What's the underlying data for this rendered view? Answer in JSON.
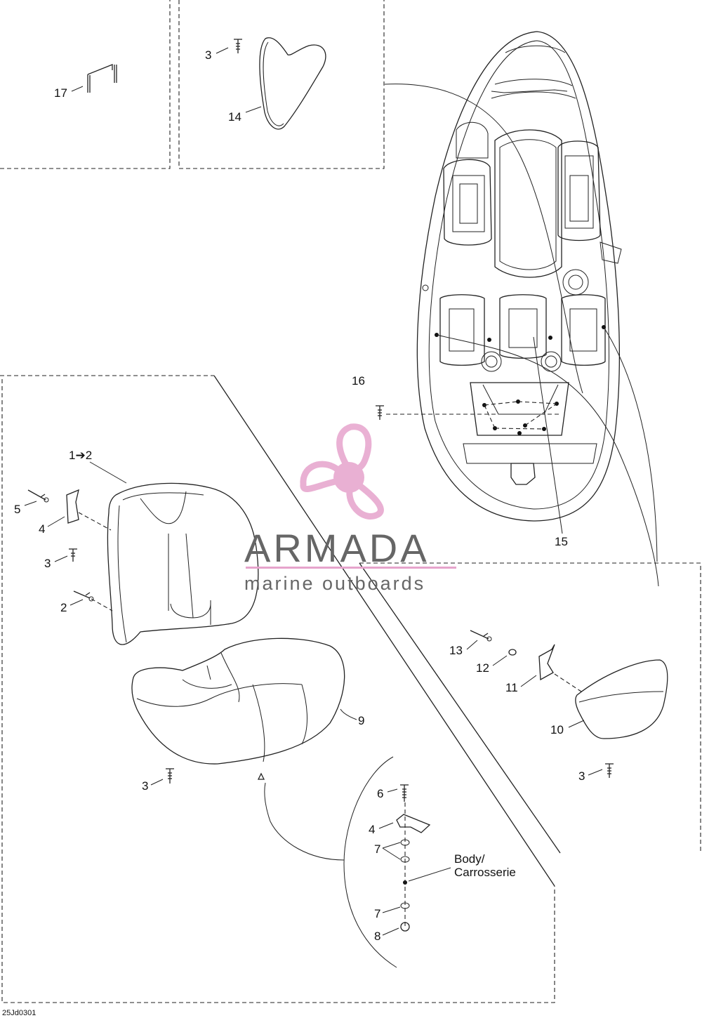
{
  "diagram": {
    "callouts": [
      {
        "id": "17",
        "text": "17"
      },
      {
        "id": "3a",
        "text": "3"
      },
      {
        "id": "14",
        "text": "14"
      },
      {
        "id": "16",
        "text": "16"
      },
      {
        "id": "1-2",
        "text": "1➔2"
      },
      {
        "id": "5",
        "text": "5"
      },
      {
        "id": "4a",
        "text": "4"
      },
      {
        "id": "3b",
        "text": "3"
      },
      {
        "id": "2",
        "text": "2"
      },
      {
        "id": "15",
        "text": "15"
      },
      {
        "id": "13",
        "text": "13"
      },
      {
        "id": "12",
        "text": "12"
      },
      {
        "id": "11",
        "text": "11"
      },
      {
        "id": "10",
        "text": "10"
      },
      {
        "id": "9",
        "text": "9"
      },
      {
        "id": "3c",
        "text": "3"
      },
      {
        "id": "3d",
        "text": "3"
      },
      {
        "id": "6",
        "text": "6"
      },
      {
        "id": "4b",
        "text": "4"
      },
      {
        "id": "7a",
        "text": "7"
      },
      {
        "id": "7b",
        "text": "7"
      },
      {
        "id": "8",
        "text": "8"
      }
    ],
    "body_label_line1": "Body/",
    "body_label_line2": "Carrosserie",
    "drawing_code": "25Jd0301"
  },
  "watermark": {
    "title": "ARMADA",
    "subtitle": "marine outboards",
    "accent_color": "#e6a3cc",
    "text_color": "#666666"
  }
}
